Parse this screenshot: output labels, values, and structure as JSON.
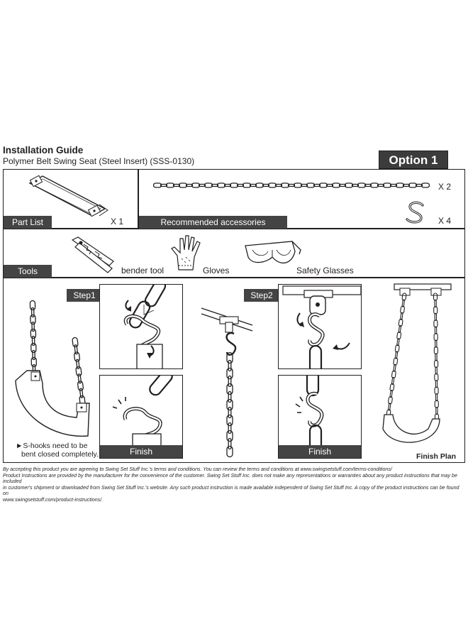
{
  "header": {
    "title": "Installation Guide",
    "subtitle": "Polymer Belt Swing Seat (Steel Insert) (SSS-0130)",
    "option": "Option 1"
  },
  "parts": {
    "section_label": "Part List",
    "seat_qty": "X 1",
    "accessories_label": "Recommended accessories",
    "chain_qty": "X 2",
    "shook_qty": "X 4"
  },
  "tools": {
    "section_label": "Tools",
    "items": [
      "bender tool",
      "Gloves",
      "Safety Glasses"
    ]
  },
  "steps": {
    "step1": "Step1",
    "step2": "Step2",
    "finish1": "Finish",
    "finish2": "Finish",
    "finish_plan": "Finish Plan",
    "note_line1": "S-hooks need to be",
    "note_line2": "bent closed completely.",
    "note_arrow": "►"
  },
  "footer": {
    "line1": "By accepting this product you are agreeing to Swing Set Stuff Inc.'s terms and conditions. You can review the terms and conditions at www.swingsetstuff.com/terms-conditions/",
    "line2": "Product Instructions are provided by the manufacturer for the convenience of the customer. Swing Set Stuff Inc. does not make any representations or warranties about any product instructions that may be included",
    "line3": "in customer's shipment or downloaded from Swing Set Stuff Inc.'s website. Any such product instruction is made available independent of Swing Set Stuff Inc.  A copy of the product instructions can be found on",
    "line4": "www.swingsetstuff.com/product-instructions/."
  },
  "icons": [
    "swing-seat-icon",
    "chain-icon",
    "s-hook-icon",
    "bender-tool-icon",
    "gloves-icon",
    "safety-glasses-icon"
  ]
}
